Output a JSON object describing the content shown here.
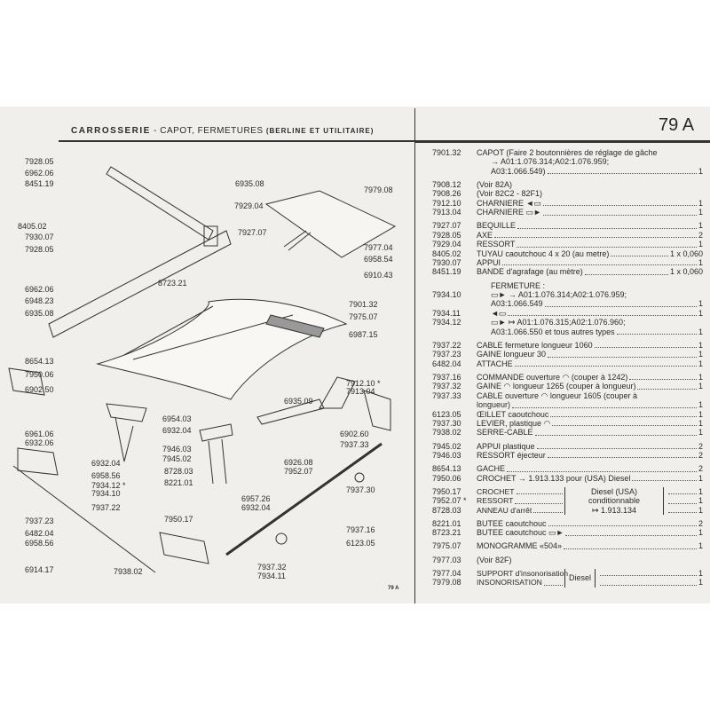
{
  "header": {
    "section": "CARROSSERIE",
    "dash": "-",
    "title": "CAPOT, FERMETURES",
    "subtitle": "(BERLINE ET UTILITAIRE)",
    "page": "79 A"
  },
  "footer": "79 A",
  "diagram": {
    "labels": [
      "7928.05",
      "6962.06",
      "8451.19",
      "8405.02",
      "7930.07",
      "7928.05",
      "6962.06",
      "6948.23",
      "6935.08",
      "6935.08",
      "7929.04",
      "7927.07",
      "7979.08",
      "7977.04",
      "6958.54",
      "6910.43",
      "8723.21",
      "7901.32",
      "7975.07",
      "6987.15",
      "8654.13",
      "7950.06",
      "6902.50",
      "6961.06",
      "6932.06",
      "6932.04",
      "6958.56",
      "7934.12 *",
      "7934.10",
      "7937.22",
      "7937.23",
      "6482.04",
      "6958.56",
      "6914.17",
      "7938.02",
      "7934.11",
      "7937.32",
      "6123.05",
      "7937.16",
      "7937.30",
      "7937.33",
      "6902.60",
      "6926.08",
      "7952.07",
      "8728.03",
      "8221.01",
      "6957.26",
      "6932.04",
      "7950.17",
      "6954.03",
      "6932.04",
      "7946.03",
      "7945.02",
      "6935.09",
      "7912.10 *",
      "7913.04"
    ]
  },
  "parts": [
    [
      {
        "ref": "7901.32",
        "desc": "CAPOT (Faire 2 boutonnières de réglage de gâche"
      },
      {
        "ref": "",
        "desc": "→ A01:1.076.314;A02:1.076.959;",
        "ind": 1
      },
      {
        "ref": "",
        "desc": "A03:1.066.549)",
        "qty": "1",
        "ind": 1
      }
    ],
    [
      {
        "ref": "7908.12",
        "desc": "(Voir 82A)"
      },
      {
        "ref": "7908.26",
        "desc": "(Voir 82C2 - 82F1)"
      },
      {
        "ref": "7912.10",
        "desc": "CHARNIERE ◄▭",
        "qty": "1"
      },
      {
        "ref": "7913.04",
        "desc": "CHARNIERE ▭►",
        "qty": "1"
      }
    ],
    [
      {
        "ref": "7927.07",
        "desc": "BEQUILLE",
        "qty": "1"
      },
      {
        "ref": "7928.05",
        "desc": "AXE",
        "qty": "2"
      },
      {
        "ref": "7929.04",
        "desc": "RESSORT",
        "qty": "1"
      },
      {
        "ref": "8405.02",
        "desc": "TUYAU caoutchouc 4 x 20 (au metre)",
        "qty": "1 x 0,060"
      },
      {
        "ref": "7930.07",
        "desc": "APPUI",
        "qty": "1"
      },
      {
        "ref": "8451.19",
        "desc": "BANDE d'agrafage (au mètre)",
        "qty": "1 x 0,060"
      }
    ],
    [
      {
        "ref": "",
        "desc": "FERMETURE :",
        "ind": 1
      },
      {
        "ref": "7934.10",
        "desc": "▭► → A01:1.076.314;A02:1.076.959;",
        "ind": 1
      },
      {
        "ref": "",
        "desc": "A03:1.066.549",
        "qty": "1",
        "ind": 1
      },
      {
        "ref": "7934.11",
        "desc": "◄▭",
        "qty": "1",
        "ind": 1
      },
      {
        "ref": "7934.12",
        "desc": "▭► ↦ A01:1.076.315;A02:1.076.960;",
        "ind": 1
      },
      {
        "ref": "",
        "desc": "A03:1.066.550 et tous autres types",
        "qty": "1",
        "ind": 1
      }
    ],
    [
      {
        "ref": "7937.22",
        "desc": "CABLE fermeture longueur 1060",
        "qty": "1"
      },
      {
        "ref": "7937.23",
        "desc": "GAINE longueur 30",
        "qty": "1"
      },
      {
        "ref": "6482.04",
        "desc": "ATTACHE",
        "qty": "1"
      }
    ],
    [
      {
        "ref": "7937.16",
        "desc": "COMMANDE ouverture ◠ (couper à 1242)",
        "qty": "1"
      },
      {
        "ref": "7937.32",
        "desc": "GAINE ◠ longueur 1265 (couper à longueur)",
        "qty": "1"
      },
      {
        "ref": "7937.33",
        "desc": "CABLE ouverture ◠ longueur 1605 (couper à"
      },
      {
        "ref": "",
        "desc": "longueur)",
        "qty": "1"
      },
      {
        "ref": "6123.05",
        "desc": "ŒILLET caoutchouc",
        "qty": "1"
      },
      {
        "ref": "7937.30",
        "desc": "LEVIER, plastique ◠",
        "qty": "1"
      },
      {
        "ref": "7938.02",
        "desc": "SERRE-CABLE",
        "qty": "1"
      }
    ],
    [
      {
        "ref": "7945.02",
        "desc": "APPUI plastique",
        "qty": "2"
      },
      {
        "ref": "7946.03",
        "desc": "RESSORT éjecteur",
        "qty": "2"
      }
    ],
    [
      {
        "ref": "8654.13",
        "desc": "GACHE",
        "qty": "2"
      },
      {
        "ref": "7950.06",
        "desc": "CROCHET → 1.913.133 pour (USA) Diesel",
        "qty": "1"
      }
    ]
  ],
  "bracket1": {
    "rows": [
      {
        "ref": "7950.17",
        "desc": "CROCHET",
        "qty": "1"
      },
      {
        "ref": "7952.07 *",
        "desc": "RESSORT",
        "qty": "1"
      },
      {
        "ref": "8728.03",
        "desc": "ANNEAU d'arrêt",
        "qty": "1"
      }
    ],
    "note1": "Diesel (USA) conditionnable",
    "note2": "↦ 1.913.134"
  },
  "parts2": [
    [
      {
        "ref": "8221.01",
        "desc": "BUTEE caoutchouc",
        "qty": "2"
      },
      {
        "ref": "8723.21",
        "desc": "BUTEE caoutchouc ▭►",
        "qty": "1"
      }
    ],
    [
      {
        "ref": "7975.07",
        "desc": "MONOGRAMME «504»",
        "qty": "1"
      }
    ],
    [
      {
        "ref": "7977.03",
        "desc": "(Voir 82F)"
      }
    ]
  ],
  "bracket2": {
    "rows": [
      {
        "ref": "7977.04",
        "desc": "SUPPORT d'insonorisation",
        "qty": "1"
      },
      {
        "ref": "7979.08",
        "desc": "INSONORISATION",
        "qty": "1"
      }
    ],
    "note1": "Diesel"
  }
}
